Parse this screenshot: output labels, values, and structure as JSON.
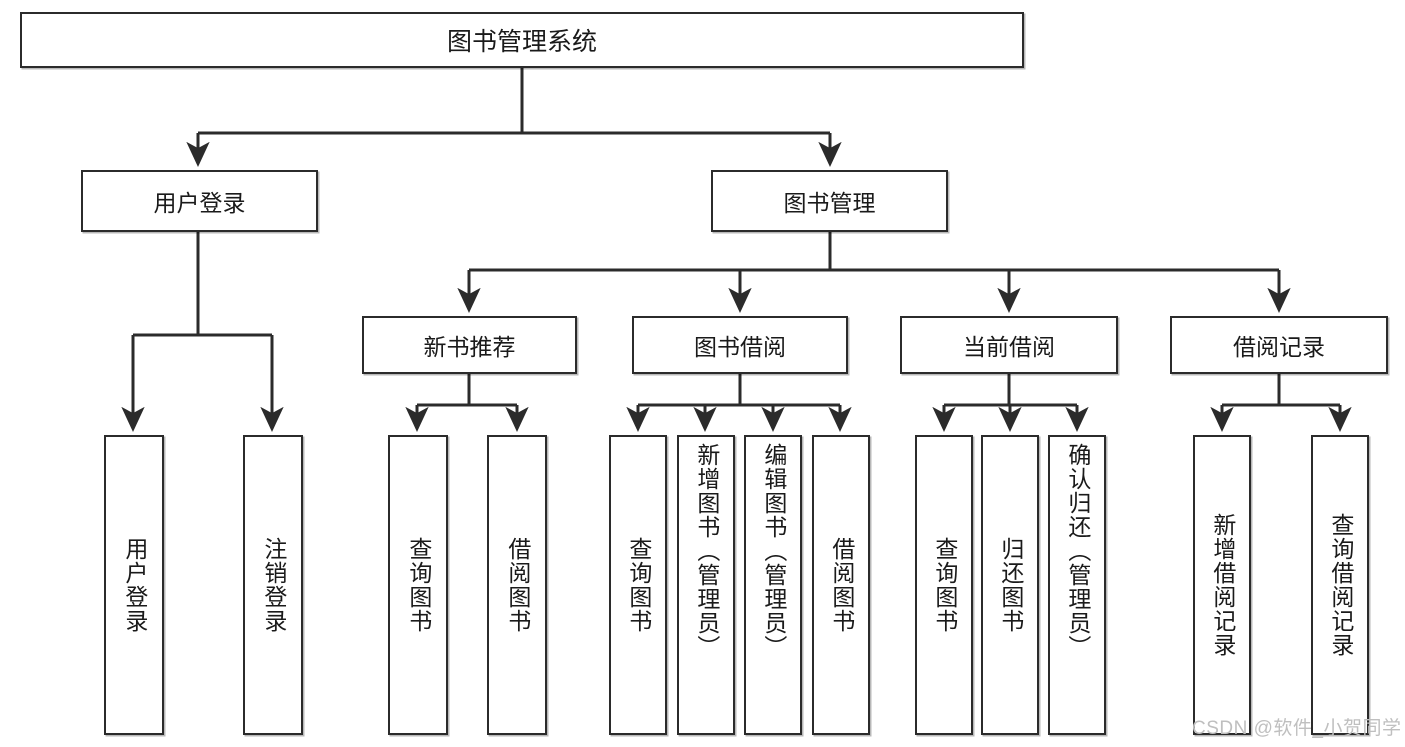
{
  "diagram": {
    "title_text": "图书管理系统",
    "colors": {
      "stroke": "#2b2b2b",
      "fill": "#ffffff",
      "text": "#1a1a1a",
      "watermark": "#bfbfbf"
    },
    "root": {
      "label": "图书管理系统"
    },
    "level2": [
      {
        "label": "用户登录"
      },
      {
        "label": "图书管理"
      }
    ],
    "level3": [
      {
        "label": "新书推荐"
      },
      {
        "label": "图书借阅"
      },
      {
        "label": "当前借阅"
      },
      {
        "label": "借阅记录"
      }
    ],
    "leaves": {
      "user_login": [
        {
          "label": "用户登录"
        },
        {
          "label": "注销登录"
        }
      ],
      "new_book": [
        {
          "label": "查询图书"
        },
        {
          "label": "借阅图书"
        }
      ],
      "book_borrow": [
        {
          "label": "查询图书"
        },
        {
          "label": "新增图书（管理员）"
        },
        {
          "label": "编辑图书（管理员）"
        },
        {
          "label": "借阅图书"
        }
      ],
      "current_borrow": [
        {
          "label": "查询图书"
        },
        {
          "label": "归还图书"
        },
        {
          "label": "确认归还（管理员）"
        }
      ],
      "borrow_record": [
        {
          "label": "新增借阅记录"
        },
        {
          "label": "查询借阅记录"
        }
      ]
    },
    "watermark": {
      "text": "CSDN @软件_小贺同学"
    }
  }
}
